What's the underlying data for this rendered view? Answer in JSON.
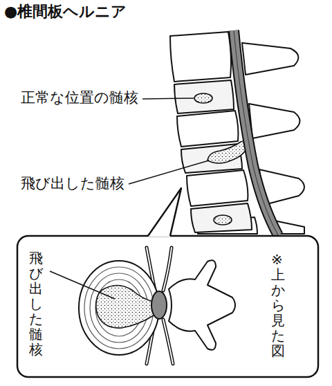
{
  "diagram": {
    "title": "●椎間板ヘルニア",
    "labels": [
      "正常な位置の髄核",
      "飛び出した髄核",
      "飛び出した髄核",
      "※上から見た図"
    ]
  }
}
